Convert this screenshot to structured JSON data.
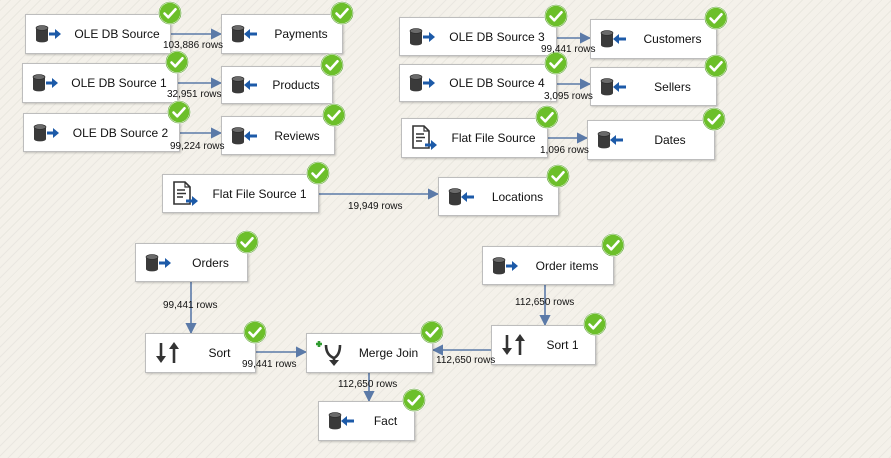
{
  "nodes": [
    {
      "id": "ole0",
      "label": "OLE DB Source",
      "icon": "ole-db-source-icon"
    },
    {
      "id": "pay",
      "label": "Payments",
      "icon": "ole-db-destination-icon"
    },
    {
      "id": "ole1",
      "label": "OLE DB Source 1",
      "icon": "ole-db-source-icon"
    },
    {
      "id": "prod",
      "label": "Products",
      "icon": "ole-db-destination-icon"
    },
    {
      "id": "ole2",
      "label": "OLE DB Source 2",
      "icon": "ole-db-source-icon"
    },
    {
      "id": "rev",
      "label": "Reviews",
      "icon": "ole-db-destination-icon"
    },
    {
      "id": "ole3",
      "label": "OLE DB Source 3",
      "icon": "ole-db-source-icon"
    },
    {
      "id": "cust",
      "label": "Customers",
      "icon": "ole-db-destination-icon"
    },
    {
      "id": "ole4",
      "label": "OLE DB Source 4",
      "icon": "ole-db-source-icon"
    },
    {
      "id": "sell",
      "label": "Sellers",
      "icon": "ole-db-destination-icon"
    },
    {
      "id": "ffs",
      "label": "Flat File Source",
      "icon": "flat-file-source-icon"
    },
    {
      "id": "dates",
      "label": "Dates",
      "icon": "ole-db-destination-icon"
    },
    {
      "id": "ffs1",
      "label": "Flat File Source 1",
      "icon": "flat-file-source-icon"
    },
    {
      "id": "loc",
      "label": "Locations",
      "icon": "ole-db-destination-icon"
    },
    {
      "id": "orders",
      "label": "Orders",
      "icon": "ole-db-source-icon"
    },
    {
      "id": "items",
      "label": "Order items",
      "icon": "ole-db-source-icon"
    },
    {
      "id": "sort",
      "label": "Sort",
      "icon": "sort-icon"
    },
    {
      "id": "sort1",
      "label": "Sort 1",
      "icon": "sort-icon"
    },
    {
      "id": "merge",
      "label": "Merge Join",
      "icon": "merge-join-icon"
    },
    {
      "id": "fact",
      "label": "Fact",
      "icon": "ole-db-destination-icon"
    }
  ],
  "edges": [
    {
      "from": "ole0",
      "to": "pay",
      "rows": "103,886 rows"
    },
    {
      "from": "ole1",
      "to": "prod",
      "rows": "32,951 rows"
    },
    {
      "from": "ole2",
      "to": "rev",
      "rows": "99,224 rows"
    },
    {
      "from": "ole3",
      "to": "cust",
      "rows": "99,441 rows"
    },
    {
      "from": "ole4",
      "to": "sell",
      "rows": "3,095 rows"
    },
    {
      "from": "ffs",
      "to": "dates",
      "rows": "1,096 rows"
    },
    {
      "from": "ffs1",
      "to": "loc",
      "rows": "19,949 rows"
    },
    {
      "from": "orders",
      "to": "sort",
      "rows": "99,441 rows"
    },
    {
      "from": "items",
      "to": "sort1",
      "rows": "112,650 rows"
    },
    {
      "from": "sort",
      "to": "merge",
      "rows": "99,441 rows"
    },
    {
      "from": "sort1",
      "to": "merge",
      "rows": "112,650 rows"
    },
    {
      "from": "merge",
      "to": "fact",
      "rows": "112,650 rows"
    }
  ],
  "status": {
    "icon": "success-check-icon",
    "color": "#6cbf2a"
  },
  "colors": {
    "arrow": "#5b7aa8",
    "db": "#3a3a3a",
    "flow": "#1c5aa8",
    "merge_plus": "#2e9b2e"
  }
}
